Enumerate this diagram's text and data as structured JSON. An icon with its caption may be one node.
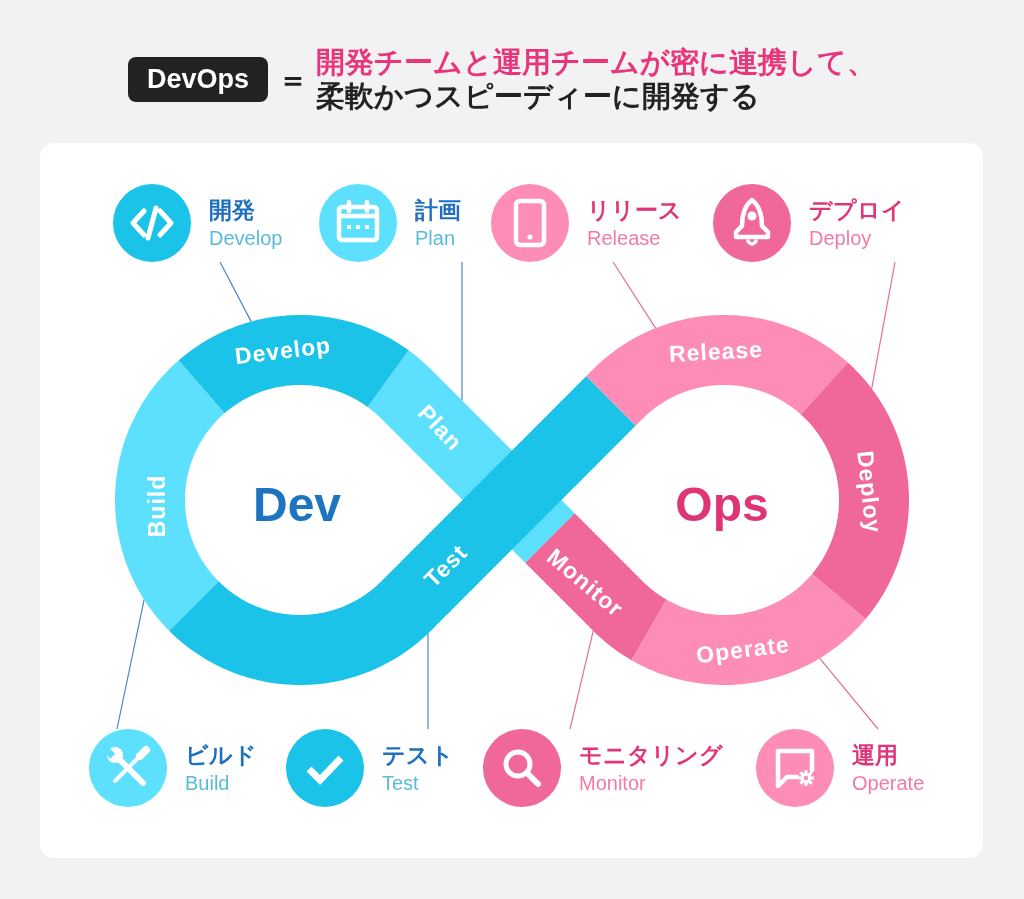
{
  "diagram": {
    "nodes": [
      {
        "text": [
          "DevOps"
        ]
      },
      {
        "text": [
          "開発",
          "Develop"
        ]
      },
      {
        "text": [
          "計画",
          "Plan"
        ]
      },
      {
        "text": [
          "リリース",
          "Release"
        ]
      },
      {
        "text": [
          "デプロイ",
          "Deploy"
        ]
      },
      {
        "text": [
          "Develop"
        ]
      },
      {
        "text": [
          "Plan"
        ]
      },
      {
        "text": [
          "Release"
        ]
      },
      {
        "text": [
          "Deploy"
        ]
      },
      {
        "text": [
          "Build"
        ]
      },
      {
        "text": [
          "Test"
        ]
      },
      {
        "text": [
          "Monitor"
        ]
      },
      {
        "text": [
          "Operate"
        ]
      },
      {
        "text": [
          "ビルド",
          "Build"
        ]
      },
      {
        "text": [
          "テスト",
          "Test"
        ]
      },
      {
        "text": [
          "モニタリング",
          "Monitor"
        ]
      },
      {
        "text": [
          "運用",
          "Operate"
        ]
      }
    ],
    "edges": [
      {
        "from": 1,
        "to": 5,
        "arrow": "none"
      },
      {
        "from": 2,
        "to": 6,
        "arrow": "none"
      },
      {
        "from": 3,
        "to": 7,
        "arrow": "none",
        "color": "#e2709d"
      },
      {
        "from": 4,
        "to": 8,
        "arrow": "none",
        "color": "#e2709d"
      },
      {
        "from": 13,
        "to": 9,
        "arrow": "none"
      },
      {
        "from": 14,
        "to": 10,
        "arrow": "none"
      },
      {
        "from": 15,
        "to": 11,
        "arrow": "none",
        "color": "#e2709d"
      },
      {
        "from": 16,
        "to": 12,
        "arrow": "none",
        "color": "#e2709d"
      }
    ],
    "labels": [
      "＝",
      "開発チームと運用チームが密に連携して、",
      "柔軟かつスピーディーに開発する",
      "Dev",
      "Ops"
    ]
  }
}
